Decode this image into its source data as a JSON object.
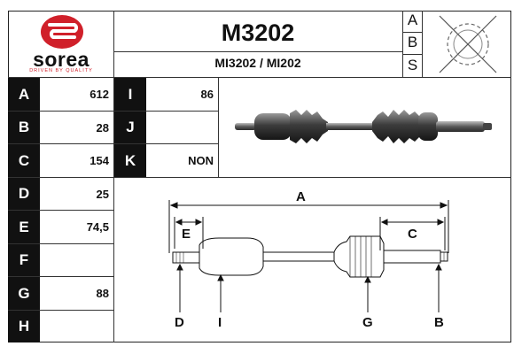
{
  "brand": {
    "name": "sorea",
    "tagline": "DRIVEN BY QUALITY",
    "color": "#d0202a"
  },
  "header": {
    "part_number": "M3202",
    "ref_numbers": "MI3202 / MI202"
  },
  "abs": {
    "letters": [
      "A",
      "B",
      "S"
    ],
    "icon": "abs-ring-crossed-icon"
  },
  "specs_left": [
    {
      "label": "A",
      "value": "612"
    },
    {
      "label": "B",
      "value": "28"
    },
    {
      "label": "C",
      "value": "154"
    },
    {
      "label": "D",
      "value": "25"
    },
    {
      "label": "E",
      "value": "74,5"
    },
    {
      "label": "F",
      "value": ""
    },
    {
      "label": "G",
      "value": "88"
    },
    {
      "label": "H",
      "value": ""
    }
  ],
  "specs_right": [
    {
      "label": "I",
      "value": "86"
    },
    {
      "label": "J",
      "value": ""
    },
    {
      "label": "K",
      "value": "NON"
    }
  ],
  "diagram": {
    "dim_total": "A",
    "dim_left": "E",
    "dim_right": "C",
    "bottom_labels": [
      "D",
      "I",
      "G",
      "B"
    ]
  }
}
